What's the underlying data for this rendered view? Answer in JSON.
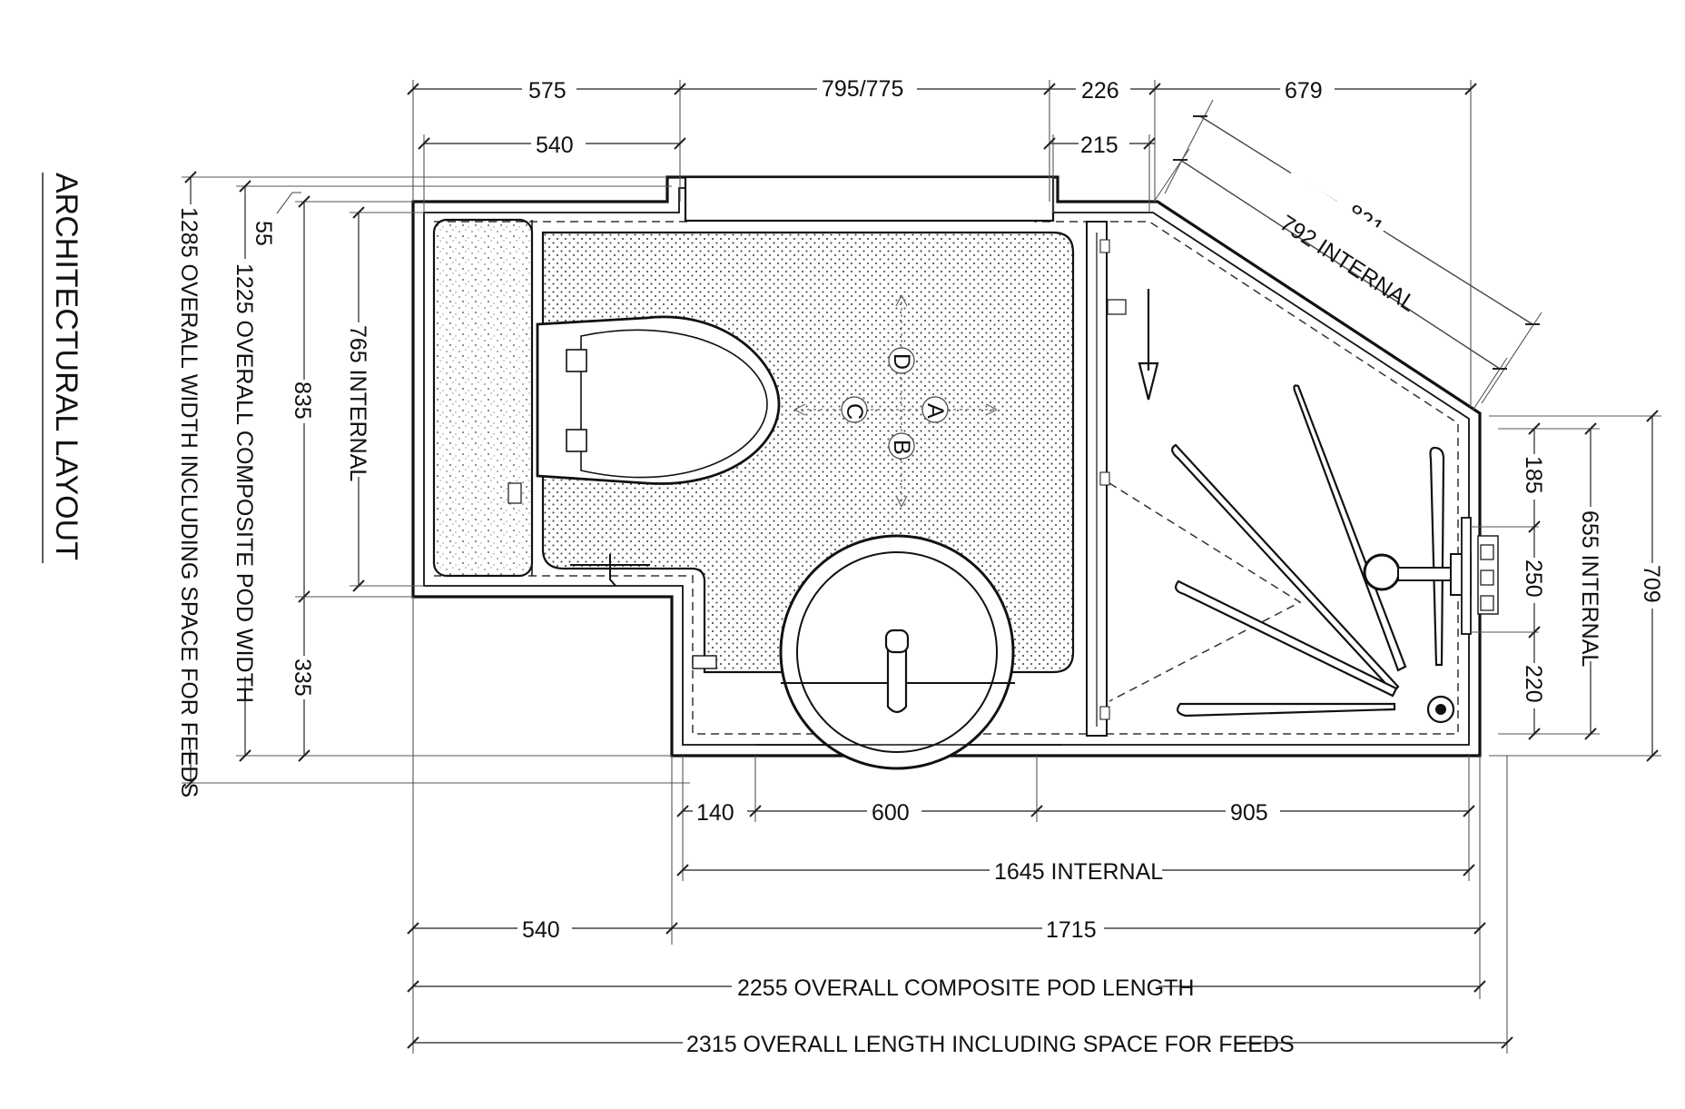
{
  "title": "ARCHITECTURAL LAYOUT",
  "dimensions": {
    "top_row_1": [
      "575",
      "795/775",
      "226",
      "679"
    ],
    "top_row_2": [
      "540",
      "215"
    ],
    "diagonal_outer": "821",
    "diagonal_inner": "792 INTERNAL",
    "left_overall": "1285 OVERALL WIDTH INCLUDING SPACE FOR FEEDS",
    "left_composite": "1225 OVERALL COMPOSITE POD WIDTH",
    "left_55": "55",
    "left_835": "835",
    "left_335": "335",
    "left_internal": "765 INTERNAL",
    "right_185": "185",
    "right_250": "250",
    "right_220": "220",
    "right_internal": "655 INTERNAL",
    "right_overall": "709",
    "bottom_140": "140",
    "bottom_600": "600",
    "bottom_905": "905",
    "bottom_internal": "1645 INTERNAL",
    "bottom_540": "540",
    "bottom_1715": "1715",
    "bottom_composite": "2255 OVERALL COMPOSITE POD LENGTH",
    "bottom_overall": "2315 OVERALL LENGTH INCLUDING SPACE FOR FEEDS"
  },
  "clearance_labels": [
    "A",
    "B",
    "C",
    "D"
  ]
}
